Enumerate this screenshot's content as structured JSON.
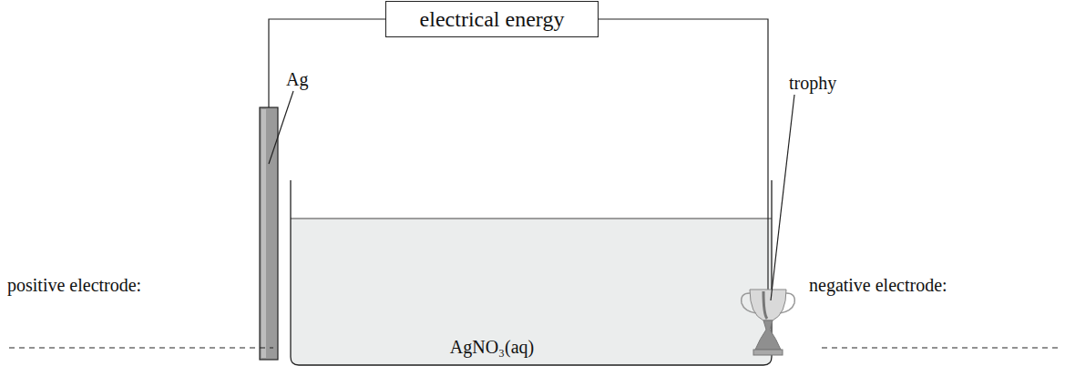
{
  "diagram": {
    "nodes": [
      {
        "text": [
          "electrical energy"
        ]
      }
    ],
    "labels": [
      "Ag",
      "trophy",
      "AgNO₃(aq)",
      "positive electrode:",
      "negative electrode:"
    ]
  }
}
